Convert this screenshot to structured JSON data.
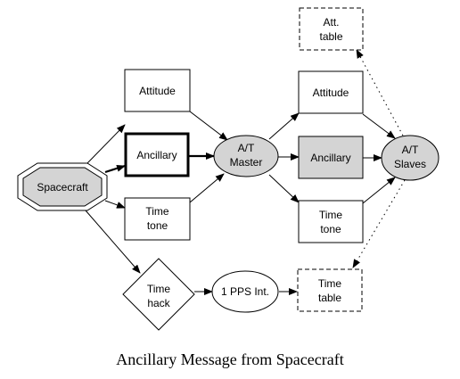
{
  "caption": "Ancillary Message from Spacecraft",
  "nodes": {
    "spacecraft": {
      "lines": [
        "Spacecraft"
      ]
    },
    "attitude_in": {
      "lines": [
        "Attitude"
      ]
    },
    "ancillary_in": {
      "lines": [
        "Ancillary"
      ]
    },
    "time_tone_in": {
      "lines": [
        "Time",
        "tone"
      ]
    },
    "time_hack": {
      "lines": [
        "Time",
        "hack"
      ]
    },
    "at_master": {
      "lines": [
        "A/T",
        "Master"
      ]
    },
    "pps_int": {
      "lines": [
        "1 PPS Int."
      ]
    },
    "attitude_out": {
      "lines": [
        "Attitude"
      ]
    },
    "ancillary_out": {
      "lines": [
        "Ancillary"
      ]
    },
    "time_tone_out": {
      "lines": [
        "Time",
        "tone"
      ]
    },
    "att_table": {
      "lines": [
        "Att.",
        "table"
      ]
    },
    "time_table": {
      "lines": [
        "Time",
        "table"
      ]
    },
    "at_slaves": {
      "lines": [
        "A/T",
        "Slaves"
      ]
    }
  },
  "colors": {
    "fill_gray": "#d4d4d4",
    "fill_white": "#ffffff",
    "stroke": "#000000"
  }
}
